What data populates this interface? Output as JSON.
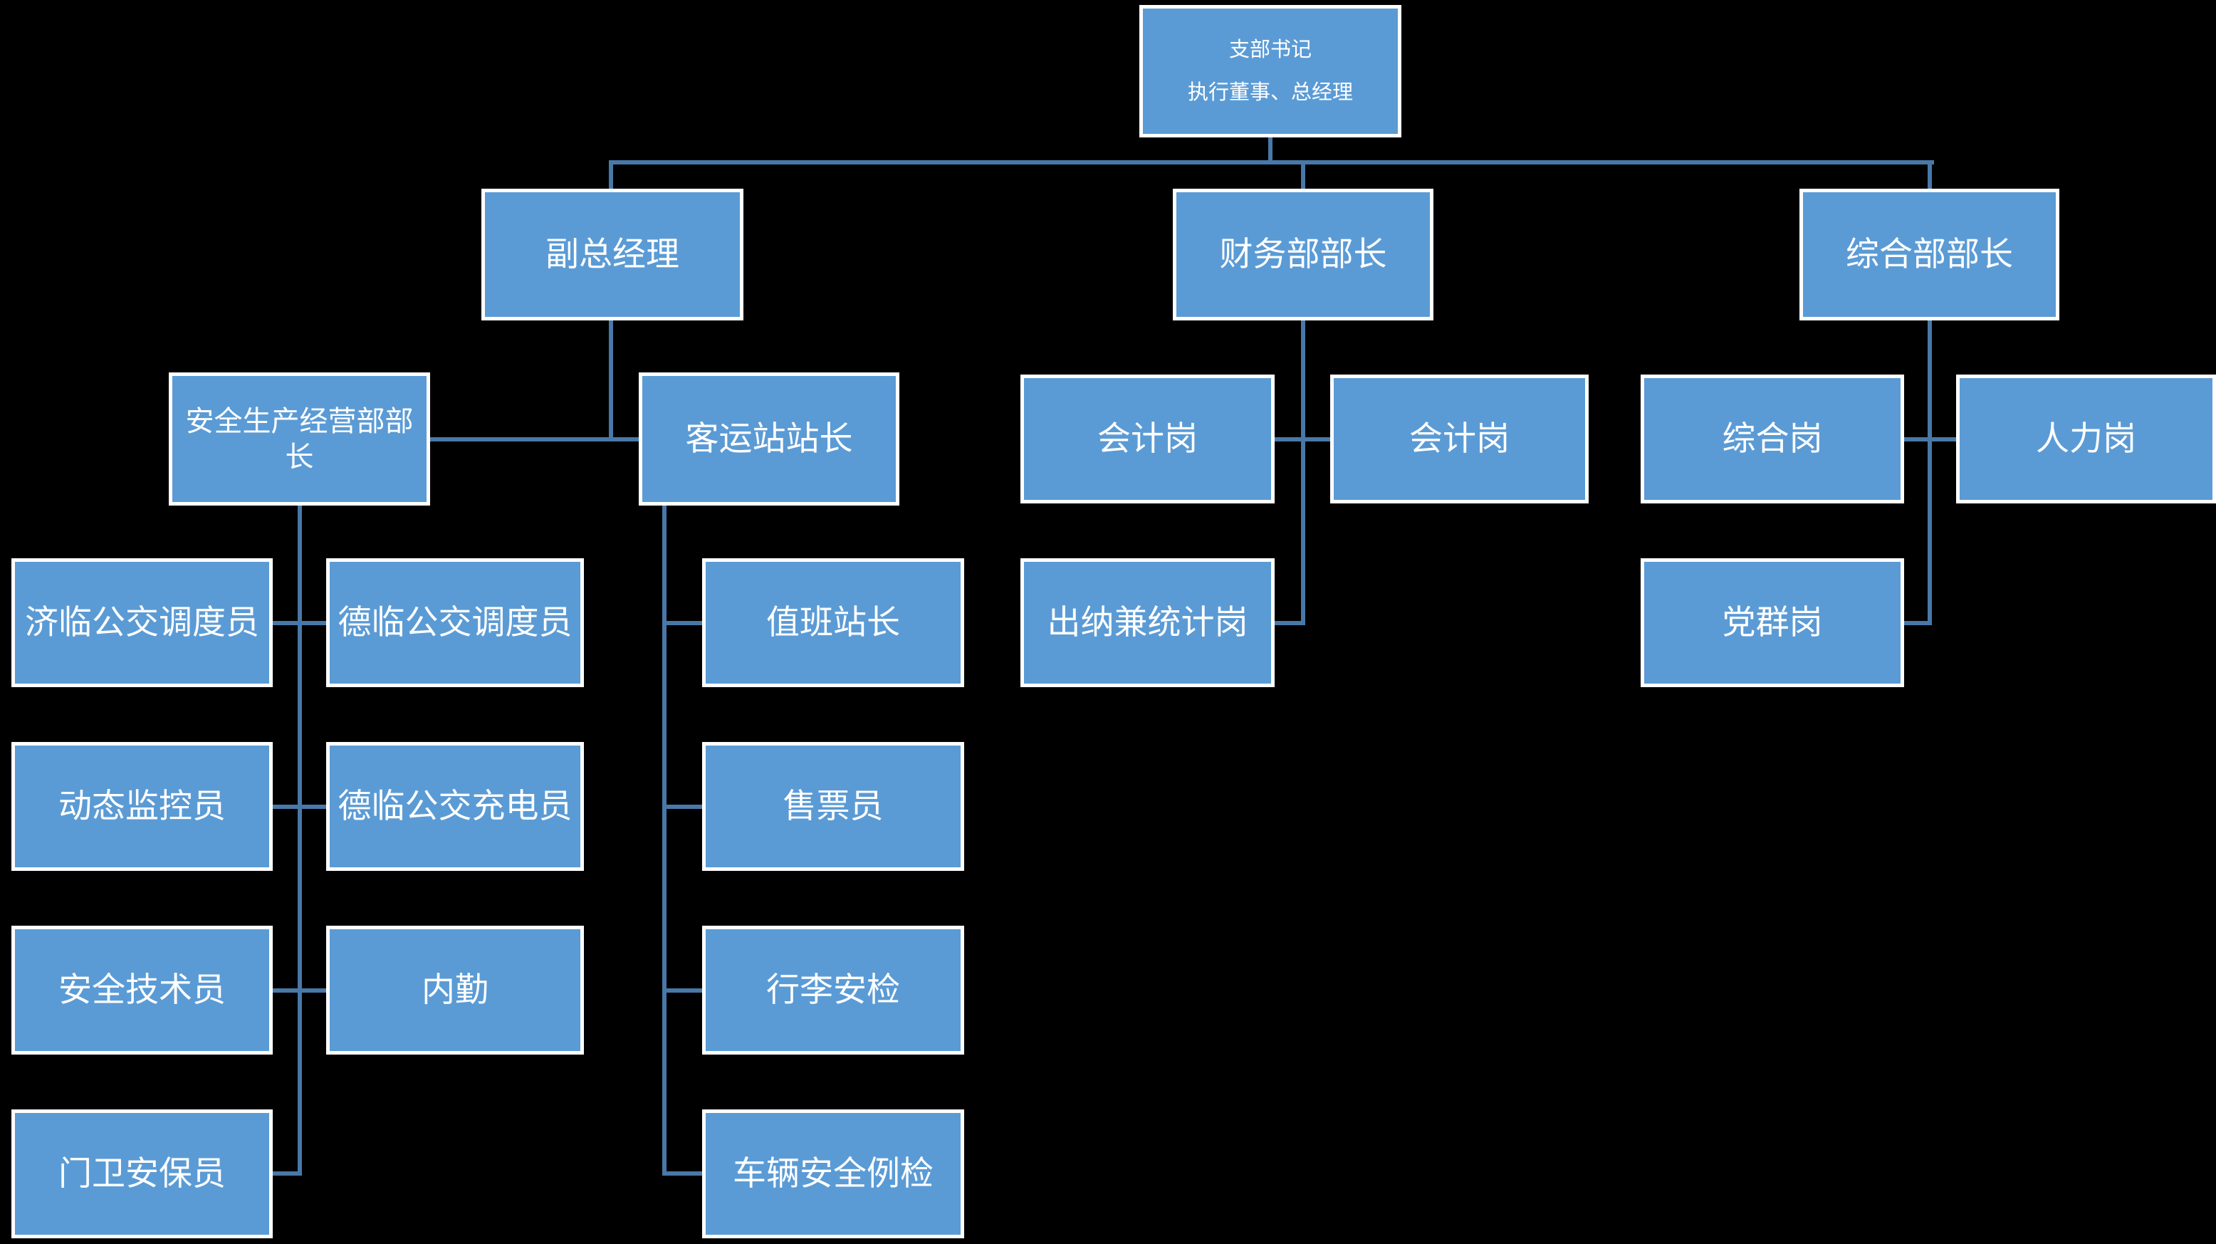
{
  "org": {
    "root": {
      "lines": [
        "支部书记",
        "执行董事、总经理"
      ]
    },
    "branches": [
      {
        "head": "副总经理",
        "departments": [
          {
            "name": "安全生产经营部部长",
            "staff": [
              "济临公交调度员",
              "德临公交调度员",
              "动态监控员",
              "德临公交充电员",
              "安全技术员",
              "内勤",
              "门卫安保员"
            ]
          },
          {
            "name": "客运站站长",
            "staff": [
              "值班站长",
              "售票员",
              "行李安检",
              "车辆安全例检"
            ]
          }
        ]
      },
      {
        "head": "财务部部长",
        "posts": [
          "会计岗",
          "会计岗",
          "出纳兼统计岗"
        ]
      },
      {
        "head": "综合部部长",
        "posts": [
          "综合岗",
          "人力岗",
          "党群岗"
        ]
      }
    ]
  },
  "colors": {
    "background": "#000000",
    "node_fill": "#5B9BD5",
    "node_border": "#FFFFFF",
    "node_text": "#FFFFFF",
    "connector": "#4878A8"
  }
}
